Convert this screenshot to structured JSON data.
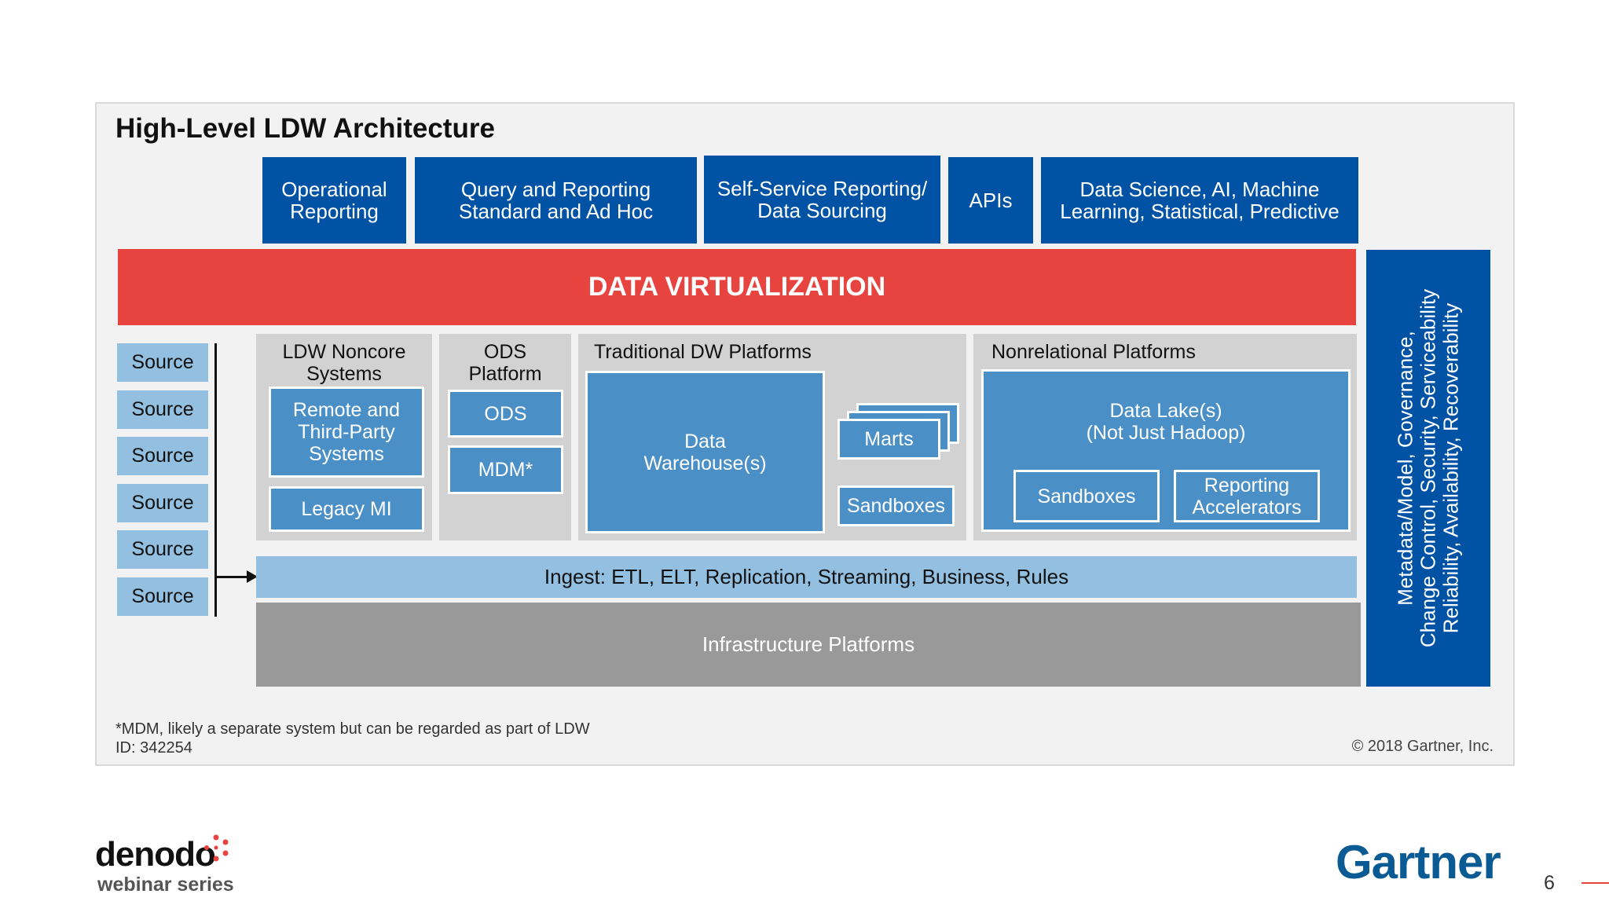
{
  "diagram": {
    "title": "High-Level LDW Architecture",
    "consumers": [
      "Operational\nReporting",
      "Query and Reporting\nStandard and Ad Hoc",
      "Self-Service Reporting/\nData Sourcing",
      "APIs",
      "Data Science, AI, Machine\nLearning, Statistical, Predictive"
    ],
    "virtualization": "DATA VIRTUALIZATION",
    "side_bar": "Metadata/Model, Governance,\nChange Control, Security, Serviceability\nReliability, Availability, Recoverability",
    "sources": [
      "Source",
      "Source",
      "Source",
      "Source",
      "Source",
      "Source"
    ],
    "ldw_noncore": {
      "title": "LDW Noncore\nSystems",
      "items": [
        "Remote and\nThird-Party\nSystems",
        "Legacy MI"
      ]
    },
    "ods_platform": {
      "title": "ODS\nPlatform",
      "items": [
        "ODS",
        "MDM*"
      ]
    },
    "traditional_dw": {
      "title": "Traditional DW Platforms",
      "warehouse": "Data\nWarehouse(s)",
      "marts": "Marts",
      "sandboxes": "Sandboxes"
    },
    "nonrelational": {
      "title": "Nonrelational Platforms",
      "lake": "Data Lake(s)\n(Not Just Hadoop)",
      "sandboxes": "Sandboxes",
      "accelerators": "Reporting\nAccelerators"
    },
    "ingest": "Ingest: ETL, ELT, Replication, Streaming, Business, Rules",
    "infrastructure": "Infrastructure Platforms",
    "footnote": "*MDM, likely a separate system but can be regarded as part of LDW\nID: 342254",
    "copyright": "© 2018 Gartner, Inc."
  },
  "slide": {
    "brand_left": "denodo",
    "brand_left_sub": "webinar series",
    "brand_right": "Gartner",
    "page_number": "6"
  },
  "colors": {
    "navy": "#0052a5",
    "red": "#e8443f",
    "mid_blue": "#4b8fc7",
    "light_blue": "#93bfe0",
    "gray": "#999999",
    "group_gray": "#d2d2d2",
    "gartner_blue": "#0a5a93",
    "denodo_accent": "#e8443f"
  }
}
